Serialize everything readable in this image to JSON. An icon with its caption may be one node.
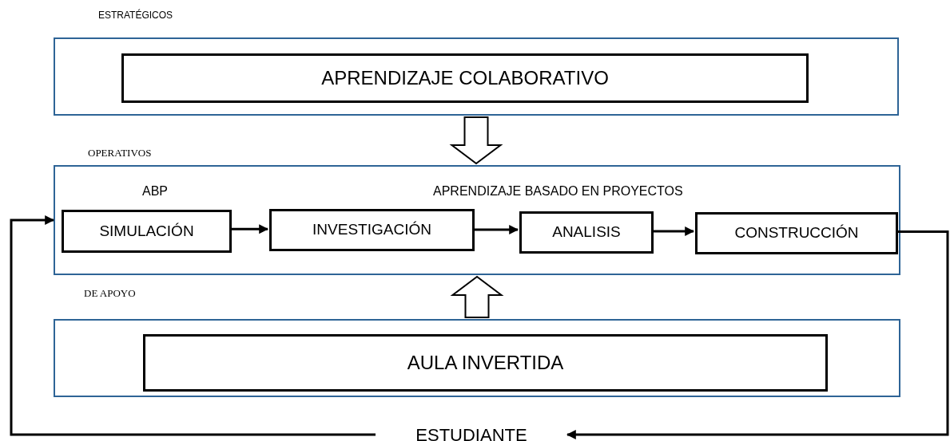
{
  "diagram": {
    "nodes": [
      {
        "text": [
          "ESTRATÉGICOS"
        ]
      },
      {
        "text": [
          "APRENDIZAJE COLABORATIVO"
        ],
        "in": 0
      },
      {
        "text": [
          "OPERATIVOS",
          "ABP",
          "APRENDIZAJE BASADO EN PROYECTOS"
        ]
      },
      {
        "text": [
          "SIMULACIÓN"
        ],
        "in": 2
      },
      {
        "text": [
          "INVESTIGACIÓN"
        ],
        "in": 2
      },
      {
        "text": [
          "ANALISIS"
        ],
        "in": 2
      },
      {
        "text": [
          "CONSTRUCCIÓN"
        ],
        "in": 2
      },
      {
        "text": [
          "DE APOYO"
        ]
      },
      {
        "text": [
          "AULA INVERTIDA"
        ],
        "in": 7
      },
      {
        "text": [
          "ESTUDIANTE"
        ]
      }
    ],
    "edges": [
      {
        "from": 0,
        "to": 2,
        "arrow": "to",
        "style": "thick"
      },
      {
        "from": 7,
        "to": 2,
        "arrow": "to",
        "style": "thick"
      },
      {
        "from": 3,
        "to": 4,
        "arrow": "to"
      },
      {
        "from": 4,
        "to": 5,
        "arrow": "to"
      },
      {
        "from": 5,
        "to": 6,
        "arrow": "to"
      },
      {
        "from": 6,
        "to": 9,
        "arrow": "to"
      },
      {
        "from": 9,
        "to": 2,
        "arrow": "to"
      }
    ]
  }
}
